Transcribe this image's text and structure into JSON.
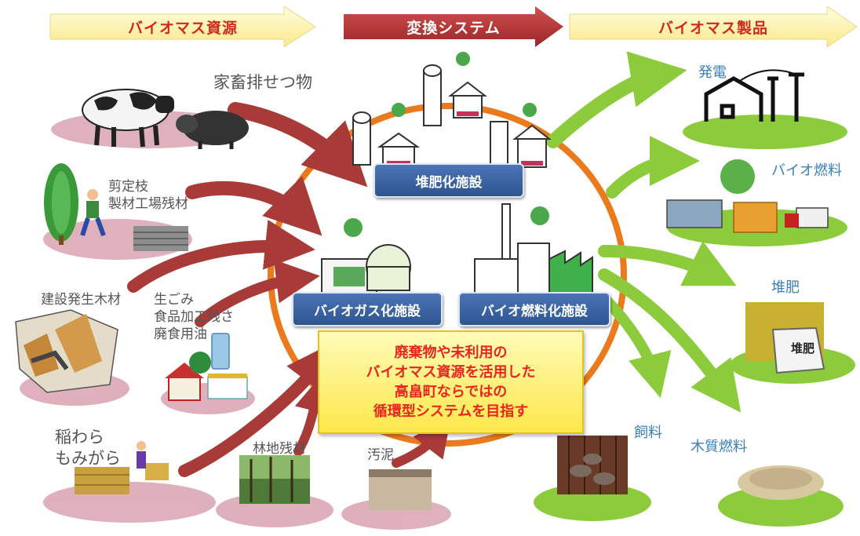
{
  "headers": {
    "resources": "バイオマス資源",
    "conversion": "変換システム",
    "products": "バイオマス製品"
  },
  "resources": {
    "livestock_waste": "家畜排せつ物",
    "pruned_branches": "剪定枝",
    "lumber_mill_waste": "製材工場残材",
    "construction_wood": "建設発生木材",
    "food_waste_1": "生ごみ",
    "food_waste_2": "食品加工残さ",
    "food_waste_3": "廃食用油",
    "rice_straw": "稲わら",
    "rice_husk": "もみがら",
    "forest_residue": "林地残材",
    "sludge": "汚泥"
  },
  "facilities": {
    "compost": "堆肥化施設",
    "biogas": "バイオガス化施設",
    "biofuel": "バイオ燃料化施設"
  },
  "goal": {
    "line1": "廃棄物や未利用の",
    "line2": "バイオマス資源を活用した",
    "line3": "高畠町ならではの",
    "line4": "循環型システムを目指す"
  },
  "products": {
    "power": "発電",
    "biofuel": "バイオ燃料",
    "compost": "堆肥",
    "compost_bag": "堆肥",
    "feed": "飼料",
    "wood_fuel": "木質燃料"
  },
  "colors": {
    "header_arrow": "#fdf3b0",
    "header_text": "#d12a1c",
    "conversion_arrow": "#b53232",
    "ring": "#ea7a1c",
    "input_arrow": "#a83a38",
    "output_arrow": "#8ccc3c",
    "facility_label": "#3a63a8",
    "goal_box": "#fdf08a",
    "goal_text": "#e8251f",
    "product_label": "#3a7fb8"
  }
}
